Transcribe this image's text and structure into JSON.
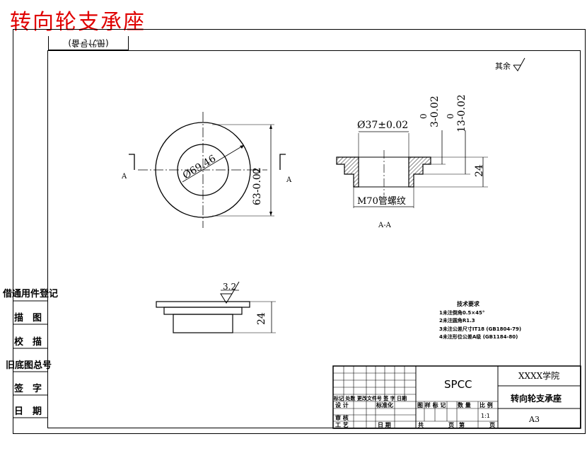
{
  "title": "转向轮支承座",
  "copy_tag": "(备号代册)",
  "roughness_note": {
    "label": "其余"
  },
  "section_marks": {
    "left": "A",
    "right": "A",
    "caption": "A-A"
  },
  "dimensions": {
    "bore_dia": "Ø69.46",
    "outer_height": "63-0.02",
    "outer_height_top": "0",
    "inner_dia": "Ø37±0.02",
    "depth_small": "3-0.02",
    "depth_small_top": "0",
    "depth_large": "13-0.02",
    "depth_large_top": "0",
    "height_24_a": "24",
    "height_24_b": "24",
    "thread": "M70管螺纹",
    "roughness_value": "3.2"
  },
  "tech_requirements": {
    "heading": "技术要求",
    "items": [
      "1未注倒角0.5×45°",
      "2未注圆角R1.3",
      "3未注公差尺寸IT18 (GB1804-79)",
      "4未注形位公差A级 (GB1184-80)"
    ]
  },
  "side_labels": [
    "借通用件登记",
    "描　图",
    "校　描",
    "旧底图总号",
    "签　字",
    "日　期"
  ],
  "title_block": {
    "material": "SPCC",
    "school": "XXXX学院",
    "part_name": "转向轮支承座",
    "sheet_size": "A3",
    "scale": "1:1",
    "headers": [
      "图 样 标 记",
      "数 量",
      "比 例"
    ],
    "rows": {
      "row1": "标记 处数 更改文件号 签 字 日期",
      "design": "设 计",
      "standard": "标准化",
      "check": "审 核",
      "process": "工 艺",
      "date": "日 期",
      "total": "共",
      "page1": "页",
      "sheet": "第",
      "page2": "页"
    }
  }
}
